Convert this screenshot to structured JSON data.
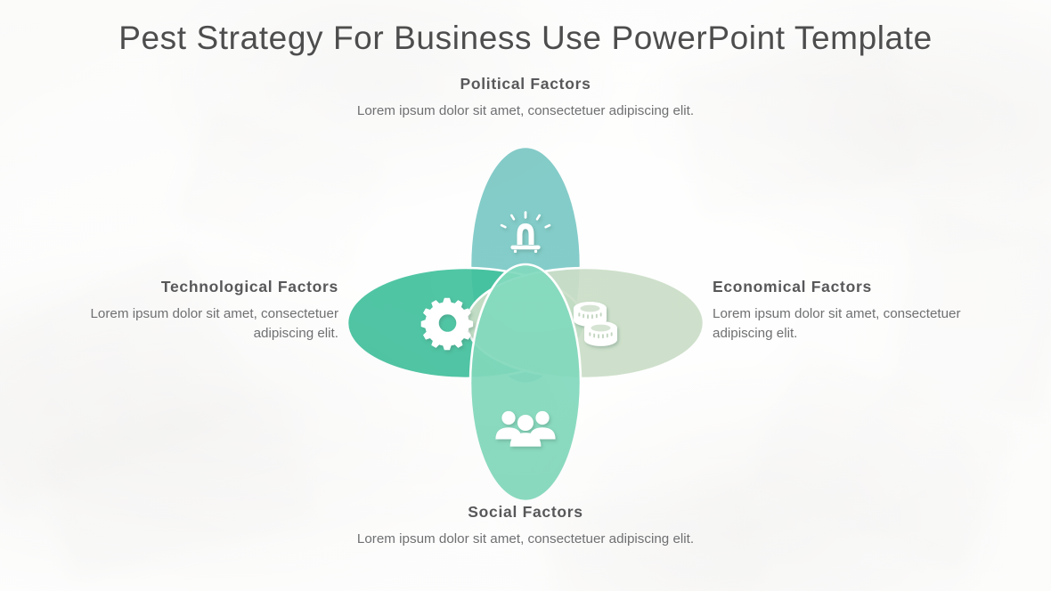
{
  "slide": {
    "title": "Pest Strategy For Business Use PowerPoint Template",
    "background": "faded-office-desk-photo"
  },
  "theme": {
    "title_color": "#4d4d4d",
    "heading_color": "#58585a",
    "body_color": "#6f7072",
    "background_color": "#fafaf9",
    "petal_stroke": "#ffffff"
  },
  "diagram": {
    "type": "four-petal-overlapping-ellipse-venn",
    "petals": [
      {
        "id": "political",
        "position": "top",
        "icon": "siren-icon",
        "color": "#7cc9c6",
        "orientation": "vertical"
      },
      {
        "id": "technological",
        "position": "left",
        "icon": "gear-icon",
        "color": "#43c29e",
        "orientation": "horizontal"
      },
      {
        "id": "economical",
        "position": "right",
        "icon": "coins-icon",
        "color": "#cbdfc8",
        "orientation": "horizontal"
      },
      {
        "id": "social",
        "position": "bottom",
        "icon": "people-icon",
        "color": "#82d9bd",
        "orientation": "vertical"
      }
    ]
  },
  "sections": {
    "political": {
      "heading": "Political  Factors",
      "body": "Lorem ipsum dolor sit amet, consectetuer adipiscing elit."
    },
    "technological": {
      "heading": "Technological  Factors",
      "body": "Lorem ipsum dolor sit amet, consectetuer adipiscing elit."
    },
    "economical": {
      "heading": "Economical  Factors",
      "body": "Lorem ipsum dolor sit amet, consectetuer adipiscing elit."
    },
    "social": {
      "heading": "Social  Factors",
      "body": "Lorem ipsum dolor sit amet, consectetuer adipiscing elit."
    }
  }
}
